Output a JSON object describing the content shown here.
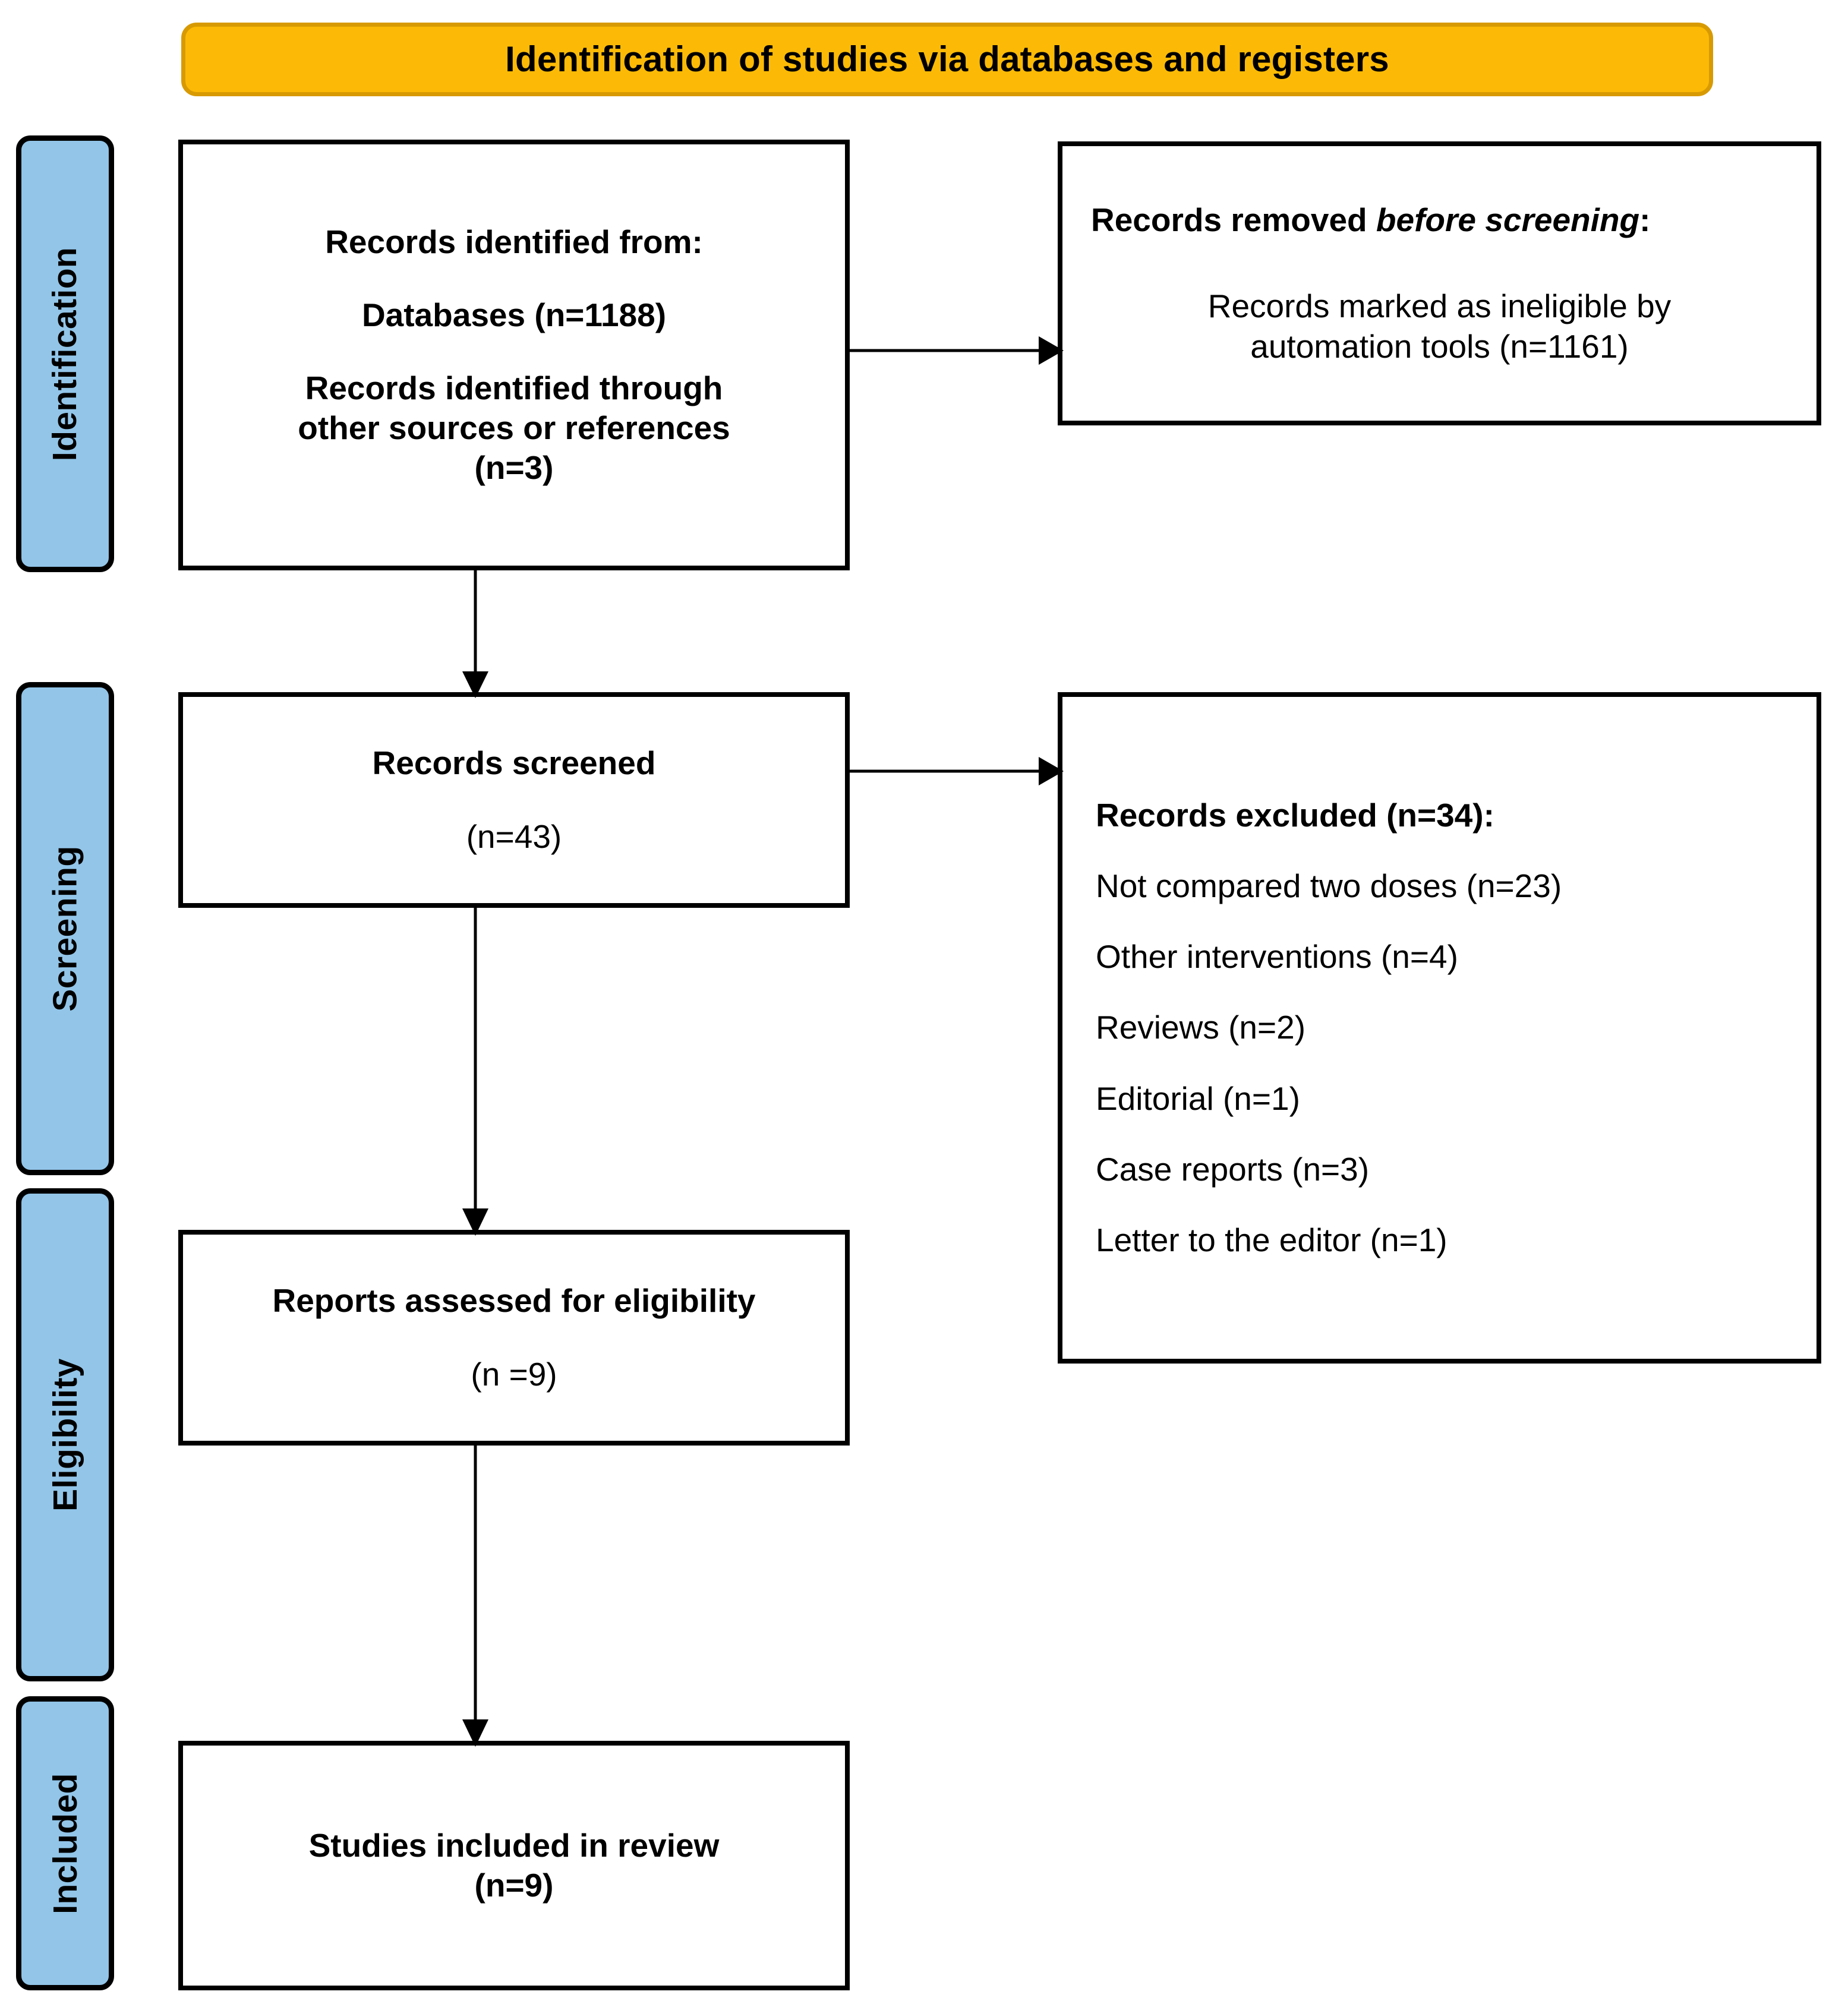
{
  "banner": {
    "title": "Identification of studies via databases and registers",
    "fill_color": "#FCBA06",
    "border_color": "#D89A02"
  },
  "stages": {
    "tab_fill_color": "#92C5E8",
    "items": [
      {
        "id": "identification",
        "label": "Identification"
      },
      {
        "id": "screening",
        "label": "Screening"
      },
      {
        "id": "eligibility",
        "label": "Eligibility"
      },
      {
        "id": "included",
        "label": "Included"
      }
    ]
  },
  "boxes": {
    "identified": {
      "heading": "Records identified from:",
      "line_databases": "Databases (n=1188)",
      "line_other_sources_1": "Records identified through",
      "line_other_sources_2": "other sources or references",
      "line_other_sources_n": "(n=3)"
    },
    "removed": {
      "heading_prefix": "Records removed ",
      "heading_emphasis": "before screening",
      "heading_suffix": ":",
      "body_line_1": "Records marked as ineligible by",
      "body_line_2": "automation tools (n=1161)"
    },
    "screened": {
      "heading": "Records screened",
      "count": "(n=43)"
    },
    "excluded": {
      "heading": "Records excluded (n=34):",
      "items": [
        "Not compared two doses (n=23)",
        "Other interventions (n=4)",
        "Reviews (n=2)",
        "Editorial (n=1)",
        "Case reports (n=3)",
        "Letter to the editor (n=1)"
      ]
    },
    "assessed": {
      "heading": "Reports assessed for eligibility",
      "count": "(n =9)"
    },
    "included": {
      "heading": "Studies included in review",
      "count": "(n=9)"
    }
  },
  "chart_data": {
    "type": "diagram",
    "diagram_kind": "PRISMA 2020 flow diagram",
    "title": "Identification of studies via databases and registers",
    "nodes": [
      {
        "id": "identified",
        "stage": "Identification",
        "label": "Records identified from: Databases (n=1188); Records identified through other sources or references (n=3)",
        "counts": {
          "databases": 1188,
          "other_sources": 3
        }
      },
      {
        "id": "removed",
        "stage": "Identification",
        "label": "Records removed before screening: Records marked as ineligible by automation tools (n=1161)",
        "counts": {
          "automation_ineligible": 1161
        }
      },
      {
        "id": "screened",
        "stage": "Screening",
        "label": "Records screened (n=43)",
        "counts": {
          "screened": 43
        }
      },
      {
        "id": "excluded",
        "stage": "Screening",
        "label": "Records excluded (n=34)",
        "counts": {
          "total_excluded": 34,
          "not_compared_two_doses": 23,
          "other_interventions": 4,
          "reviews": 2,
          "editorial": 1,
          "case_reports": 3,
          "letter_to_the_editor": 1
        }
      },
      {
        "id": "assessed",
        "stage": "Eligibility",
        "label": "Reports assessed for eligibility (n =9)",
        "counts": {
          "assessed": 9
        }
      },
      {
        "id": "included",
        "stage": "Included",
        "label": "Studies included in review (n=9)",
        "counts": {
          "included": 9
        }
      }
    ],
    "edges": [
      {
        "from": "identified",
        "to": "removed",
        "direction": "right"
      },
      {
        "from": "identified",
        "to": "screened",
        "direction": "down"
      },
      {
        "from": "screened",
        "to": "excluded",
        "direction": "right"
      },
      {
        "from": "screened",
        "to": "assessed",
        "direction": "down"
      },
      {
        "from": "assessed",
        "to": "included",
        "direction": "down"
      }
    ]
  }
}
